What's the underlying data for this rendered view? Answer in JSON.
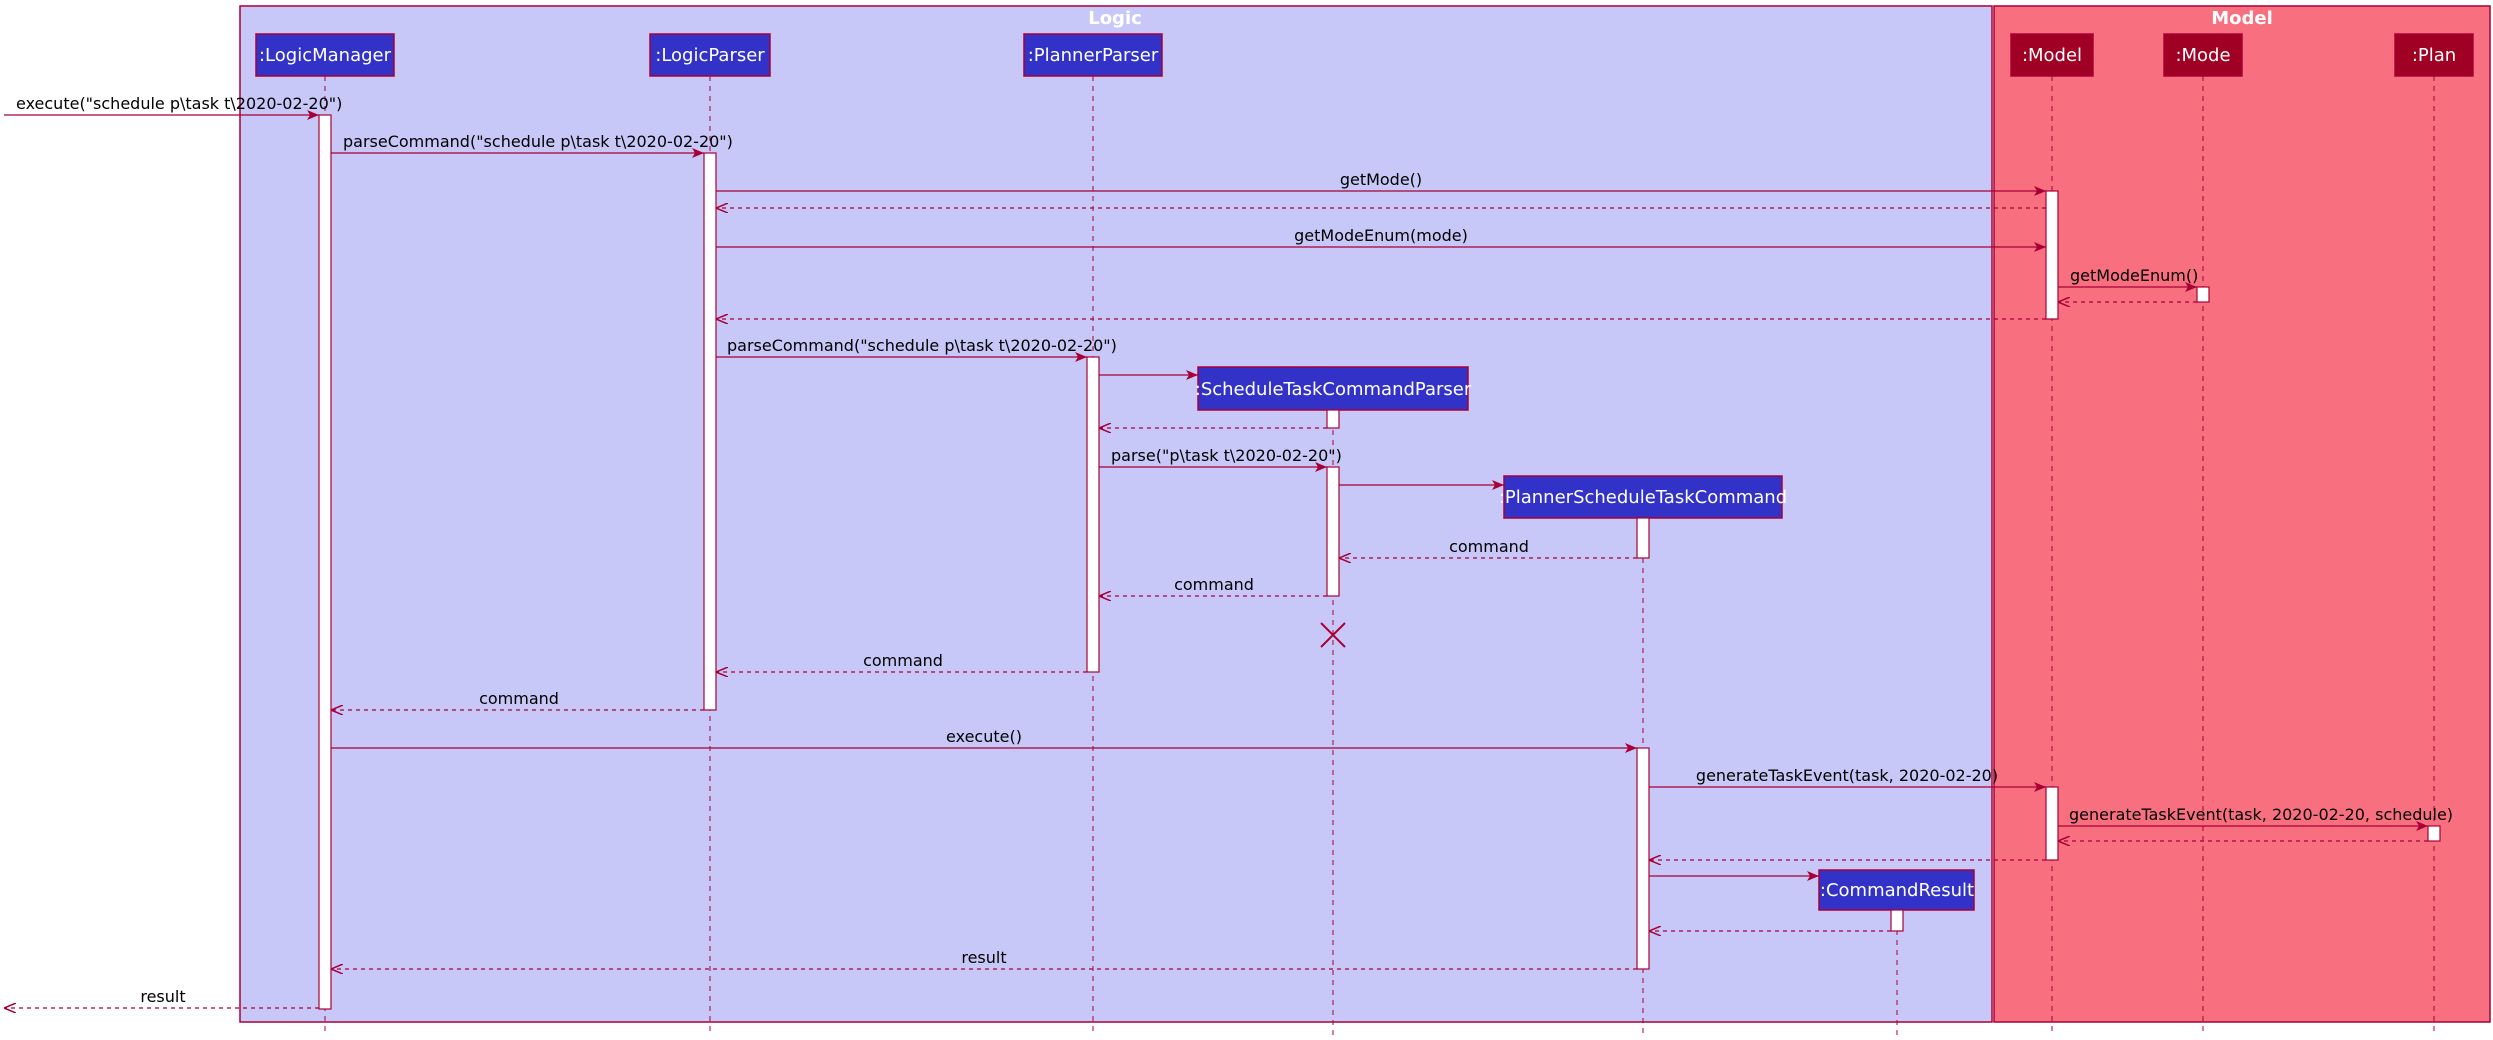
{
  "frames": [
    {
      "id": "logic",
      "title": "Logic",
      "fill": "#c8c8f8",
      "stroke": "#a80036"
    },
    {
      "id": "model",
      "title": "Model",
      "fill": "#f87080",
      "stroke": "#a80036"
    }
  ],
  "participants": [
    {
      "id": "lm",
      "label": ":LogicManager",
      "fill": "#3232c8"
    },
    {
      "id": "lp",
      "label": ":LogicParser",
      "fill": "#3232c8"
    },
    {
      "id": "pp",
      "label": ":PlannerParser",
      "fill": "#3232c8"
    },
    {
      "id": "stcp",
      "label": ":ScheduleTaskCommandParser",
      "fill": "#3232c8"
    },
    {
      "id": "pstc",
      "label": ":PlannerScheduleTaskCommand",
      "fill": "#3232c8"
    },
    {
      "id": "cr",
      "label": ":CommandResult",
      "fill": "#3232c8"
    },
    {
      "id": "model",
      "label": ":Model",
      "fill": "#a00024"
    },
    {
      "id": "mode",
      "label": ":Mode",
      "fill": "#a00024"
    },
    {
      "id": "plan",
      "label": ":Plan",
      "fill": "#a00024"
    }
  ],
  "messages": [
    {
      "label": "execute(\"schedule p\\task t\\2020-02-20\")",
      "type": "call"
    },
    {
      "label": "parseCommand(\"schedule p\\task t\\2020-02-20\")",
      "type": "call"
    },
    {
      "label": "getMode()",
      "type": "call"
    },
    {
      "label": "",
      "type": "return"
    },
    {
      "label": "getModeEnum(mode)",
      "type": "call"
    },
    {
      "label": "getModeEnum()",
      "type": "call"
    },
    {
      "label": "",
      "type": "return"
    },
    {
      "label": "",
      "type": "return"
    },
    {
      "label": "parseCommand(\"schedule p\\task t\\2020-02-20\")",
      "type": "call"
    },
    {
      "label": "",
      "type": "create"
    },
    {
      "label": "",
      "type": "return"
    },
    {
      "label": "parse(\"p\\task t\\2020-02-20\")",
      "type": "call"
    },
    {
      "label": "",
      "type": "create"
    },
    {
      "label": "command",
      "type": "return"
    },
    {
      "label": "command",
      "type": "return"
    },
    {
      "label": "command",
      "type": "return"
    },
    {
      "label": "command",
      "type": "return"
    },
    {
      "label": "execute()",
      "type": "call"
    },
    {
      "label": "generateTaskEvent(task, 2020-02-20)",
      "type": "call"
    },
    {
      "label": "generateTaskEvent(task, 2020-02-20, schedule)",
      "type": "call"
    },
    {
      "label": "",
      "type": "return"
    },
    {
      "label": "",
      "type": "return"
    },
    {
      "label": "",
      "type": "create"
    },
    {
      "label": "",
      "type": "return"
    },
    {
      "label": "result",
      "type": "return"
    },
    {
      "label": "result",
      "type": "return"
    }
  ],
  "colors": {
    "line": "#a80036",
    "activation_fill": "#ffffff"
  }
}
